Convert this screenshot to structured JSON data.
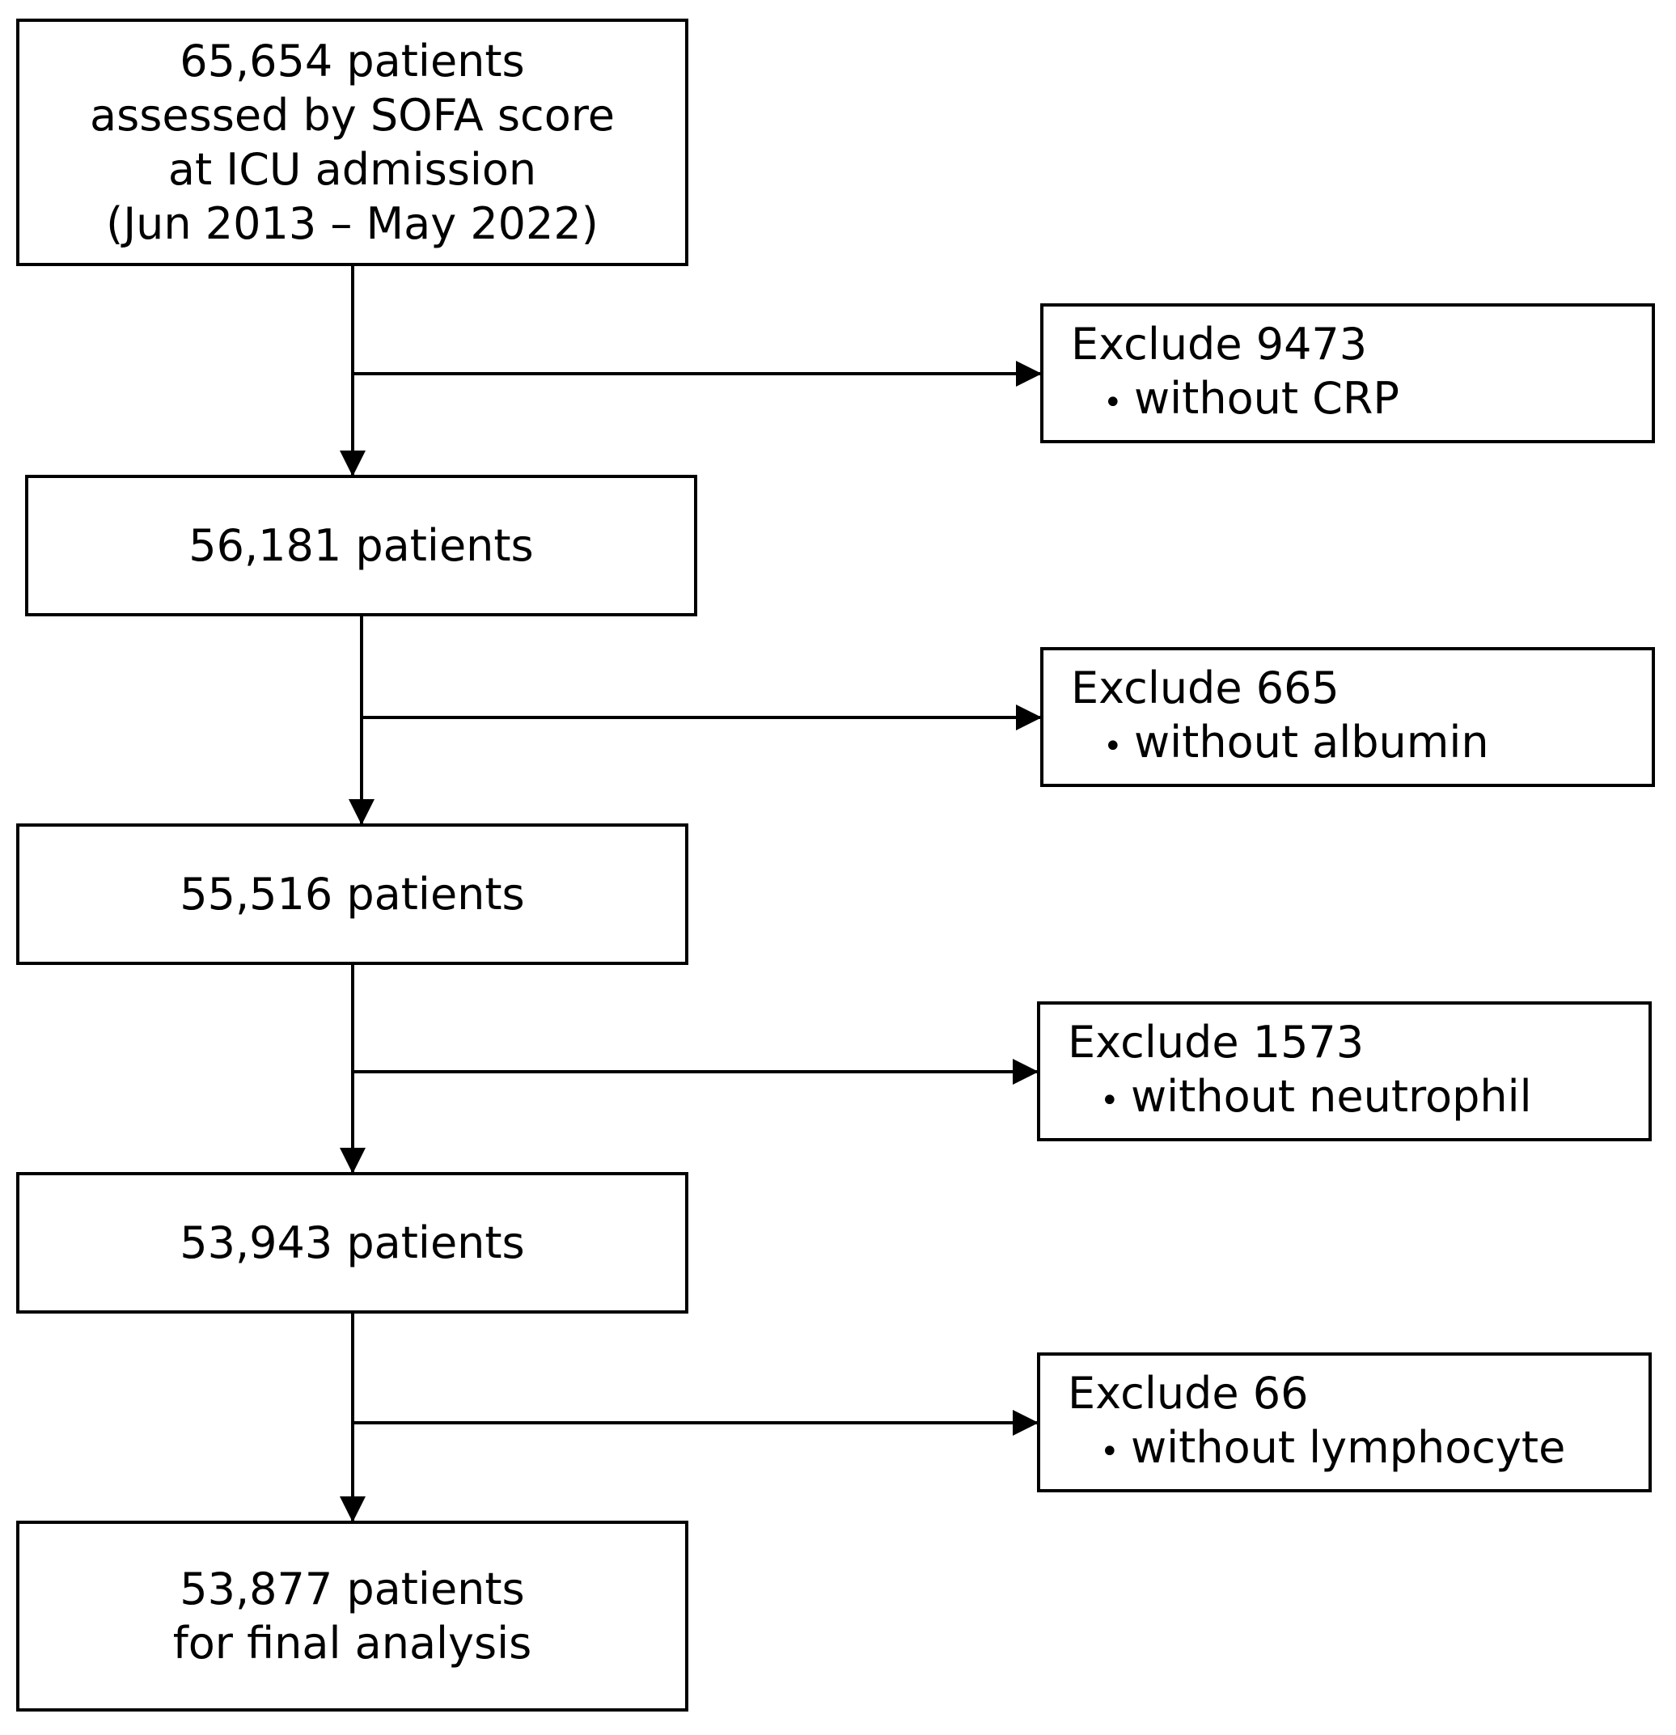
{
  "boxes": [
    {
      "lines": [
        "65,654 patients",
        "assessed by SOFA score",
        "at ICU admission",
        "(Jun 2013 – May 2022)"
      ]
    },
    {
      "lines": [
        "56,181 patients"
      ]
    },
    {
      "lines": [
        "55,516 patients"
      ]
    },
    {
      "lines": [
        "53,943 patients"
      ]
    },
    {
      "lines": [
        "53,877 patients",
        "for final analysis"
      ]
    }
  ],
  "exclusions": [
    {
      "title": "Exclude 9473",
      "item": "without CRP"
    },
    {
      "title": "Exclude 665",
      "item": "without albumin"
    },
    {
      "title": "Exclude 1573",
      "item": "without neutrophil"
    },
    {
      "title": "Exclude 66",
      "item": "without lymphocyte"
    }
  ],
  "bullet_glyph": "•"
}
